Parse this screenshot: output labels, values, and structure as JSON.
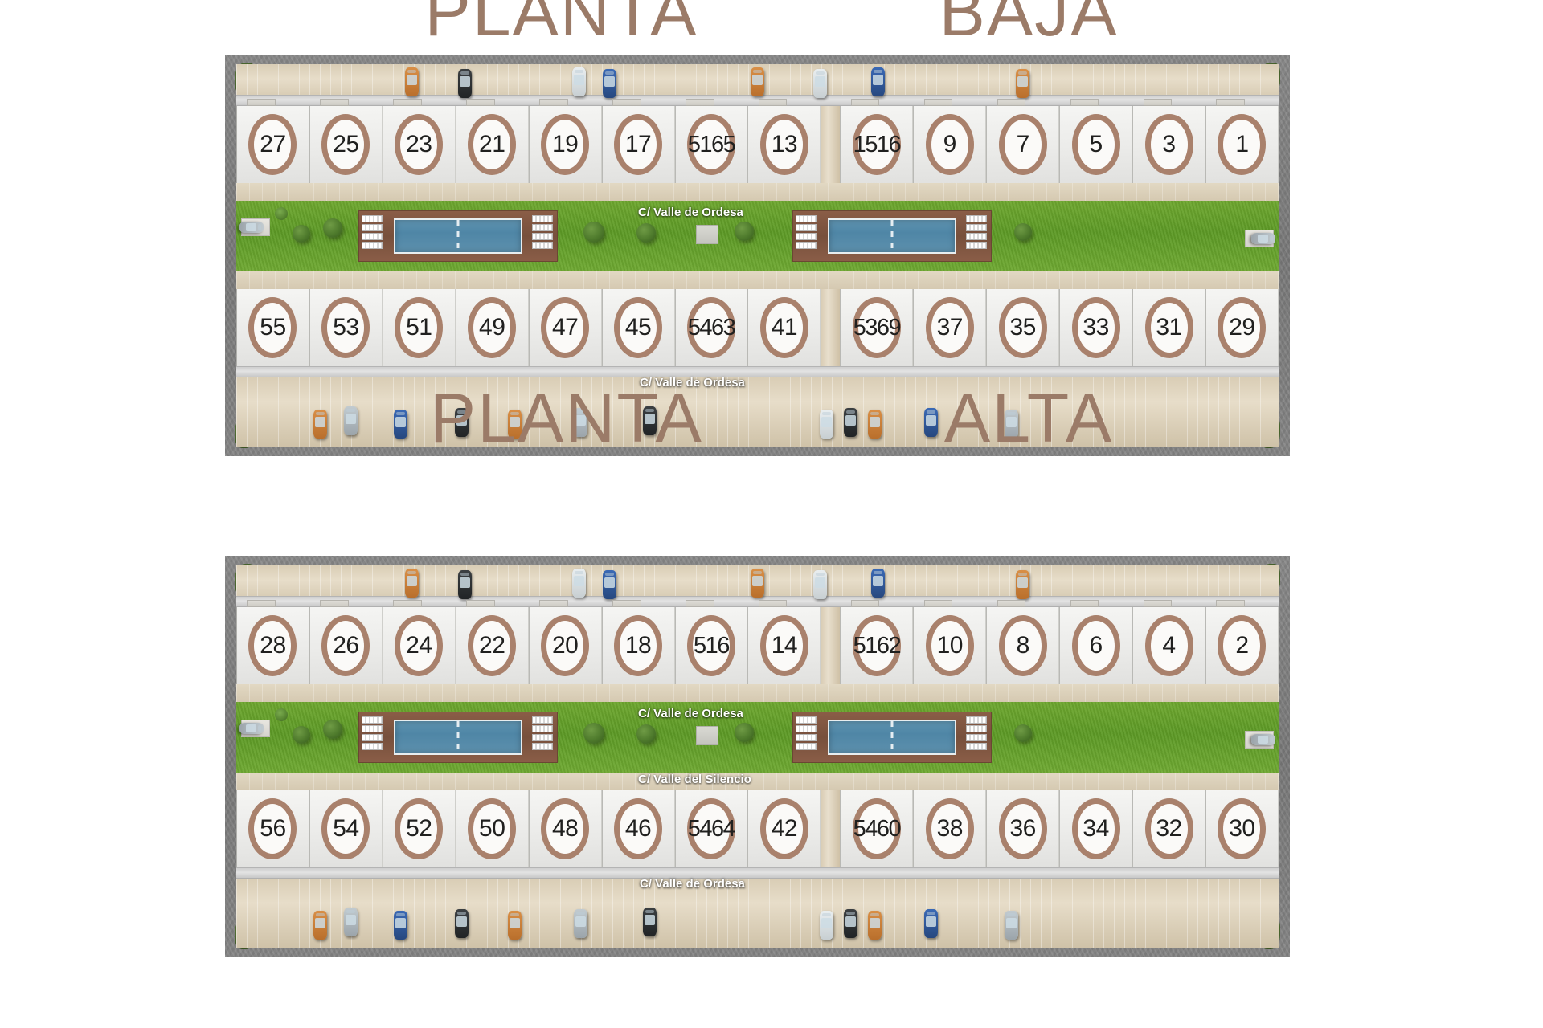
{
  "document": {
    "kind": "residential-site-plan",
    "accent_color": "#a9816c",
    "title_color": "#9b7b68"
  },
  "plans": [
    {
      "id": "planta-baja",
      "title_word_1": "PLANTA",
      "title_word_2": "BAJA",
      "rows": [
        {
          "id": "baja-row-top",
          "left_block": [
            "27",
            "25",
            "23",
            "21",
            "19",
            "17",
            "5165",
            "13"
          ],
          "right_block": [
            "1516",
            "9",
            "7",
            "5",
            "3",
            "1"
          ]
        },
        {
          "id": "baja-row-bottom",
          "left_block": [
            "55",
            "53",
            "51",
            "49",
            "47",
            "45",
            "5463",
            "41"
          ],
          "right_block": [
            "5369",
            "37",
            "35",
            "33",
            "31",
            "29"
          ]
        }
      ],
      "street_labels": [
        {
          "text": "C/ Valle de Ordesa",
          "position": "center-garden"
        },
        {
          "text": "C/ Valle de Ordesa",
          "position": "bottom-drive"
        }
      ]
    },
    {
      "id": "planta-alta",
      "title_word_1": "PLANTA",
      "title_word_2": "ALTA",
      "rows": [
        {
          "id": "alta-row-top",
          "left_block": [
            "28",
            "26",
            "24",
            "22",
            "20",
            "18",
            "516",
            "14"
          ],
          "right_block": [
            "5162",
            "10",
            "8",
            "6",
            "4",
            "2"
          ]
        },
        {
          "id": "alta-row-bottom",
          "left_block": [
            "56",
            "54",
            "52",
            "50",
            "48",
            "46",
            "5464",
            "42"
          ],
          "right_block": [
            "5460",
            "38",
            "36",
            "34",
            "32",
            "30"
          ]
        }
      ],
      "street_labels": [
        {
          "text": "C/ Valle de Ordesa",
          "position": "center-garden"
        },
        {
          "text": "C/ Valle del Silencio",
          "position": "mid-lower"
        },
        {
          "text": "C/ Valle de Ordesa",
          "position": "bottom-drive"
        }
      ]
    }
  ],
  "legend": {
    "pool_count_per_plan": 2,
    "car_colors": [
      "#d98f46",
      "#3b3f42",
      "#e9eef0",
      "#3a69b5",
      "#c2cbd0"
    ]
  }
}
